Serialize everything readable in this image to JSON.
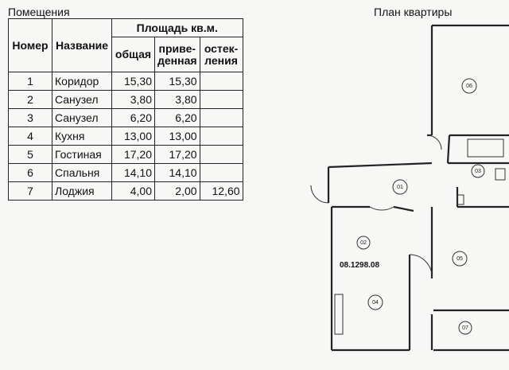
{
  "captions": {
    "rooms": "Помещения",
    "plan": "План квартиры"
  },
  "table": {
    "headers": {
      "number": "Номер",
      "name": "Название",
      "area": "Площадь кв.м.",
      "total": "общая",
      "reduced": "приве-\nденная",
      "glazing": "остек-\nления"
    },
    "rows": [
      {
        "num": "1",
        "name": "Коридор",
        "total": "15,30",
        "reduced": "15,30",
        "glazing": ""
      },
      {
        "num": "2",
        "name": "Санузел",
        "total": "3,80",
        "reduced": "3,80",
        "glazing": ""
      },
      {
        "num": "3",
        "name": "Санузел",
        "total": "6,20",
        "reduced": "6,20",
        "glazing": ""
      },
      {
        "num": "4",
        "name": "Кухня",
        "total": "13,00",
        "reduced": "13,00",
        "glazing": ""
      },
      {
        "num": "5",
        "name": "Гостиная",
        "total": "17,20",
        "reduced": "17,20",
        "glazing": ""
      },
      {
        "num": "6",
        "name": "Спальня",
        "total": "14,10",
        "reduced": "14,10",
        "glazing": ""
      },
      {
        "num": "7",
        "name": "Лоджия",
        "total": "4,00",
        "reduced": "2,00",
        "glazing": "12,60"
      }
    ]
  },
  "plan": {
    "room_labels": [
      "01",
      "02",
      "03",
      "04",
      "05",
      "06",
      "07"
    ],
    "dimension_label": "08.1298.08"
  }
}
